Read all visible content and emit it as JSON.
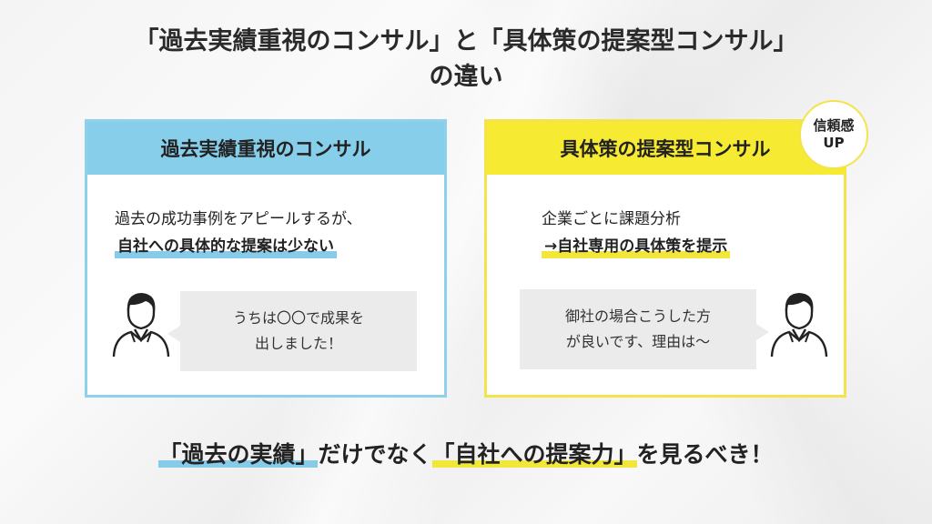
{
  "title": {
    "line1": "「過去実績重視のコンサル」と「具体策の提案型コンサル」",
    "line2": "の違い"
  },
  "left_panel": {
    "heading": "過去実績重視のコンサル",
    "desc_line1": "過去の成功事例をアピールするが、",
    "desc_highlight": "自社への具体的な提案は少ない",
    "bubble_line1": "うちは〇〇で成果を",
    "bubble_line2": "出しました！",
    "accent_color": "#87ceeb"
  },
  "right_panel": {
    "heading": "具体策の提案型コンサル",
    "desc_line1": "企業ごとに課題分析",
    "desc_highlight": "→自社専用の具体策を提示",
    "bubble_line1": "御社の場合こうした方",
    "bubble_line2": "が良いです、理由は〜",
    "accent_color": "#f7ea32"
  },
  "badge": {
    "line1": "信頼感",
    "line2": "UP"
  },
  "bottom": {
    "part1": "「過去の実績」",
    "part2": "だけでなく",
    "part3": "「自社への提案力」",
    "part4": "を見るべき！"
  },
  "icons": {
    "left_person": "person-icon",
    "right_person": "person-icon"
  }
}
